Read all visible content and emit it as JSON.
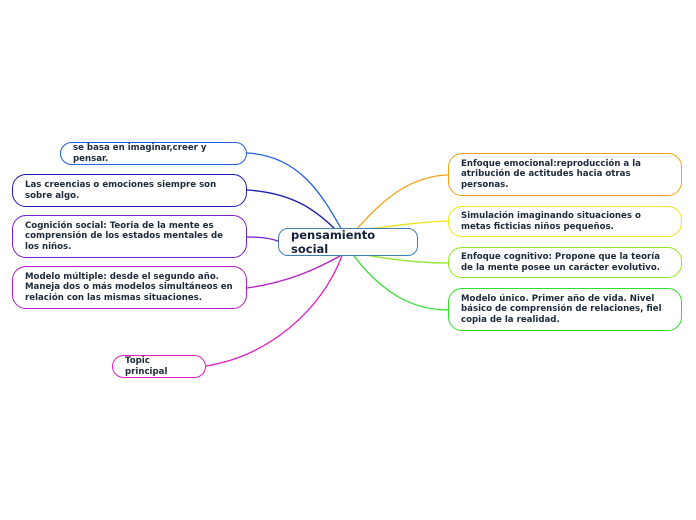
{
  "central": {
    "label": "pensamiento social",
    "color": "#3f7fb6"
  },
  "left_topics": [
    {
      "label": "se basa en imaginar,creer y pensar.",
      "color": "#1f5fe0"
    },
    {
      "label": "Las creencias o emociones siempre son sobre algo.",
      "color": "#1d1db0"
    },
    {
      "label": "Cognición social: Teoria de la mente es comprensión de los estados mentales de los niños.",
      "color": "#7a22c9"
    },
    {
      "label": "Modelo múltiple: desde el segundo año. Maneja dos o más modelos simultáneos en relación con las mismas situaciones.",
      "color": "#b51fc4"
    },
    {
      "label": "Topic principal",
      "color": "#e51fc0"
    }
  ],
  "right_topics": [
    {
      "label": "Enfoque emocional:reproducción a la atribución de actitudes hacia otras personas.",
      "color": "#f5a01a"
    },
    {
      "label": "Simulación imaginando situaciones o metas ficticias niños pequeños.",
      "color": "#f2e21a"
    },
    {
      "label": "Enfoque cognitivo: Propone que la teoría de la mente posee un carácter evolutivo.",
      "color": "#8fe62a"
    },
    {
      "label": "Modelo único. Primer año de vida. Nivel básico de comprensión de relaciones, fiel copia de la realidad.",
      "color": "#2ee02a"
    }
  ]
}
